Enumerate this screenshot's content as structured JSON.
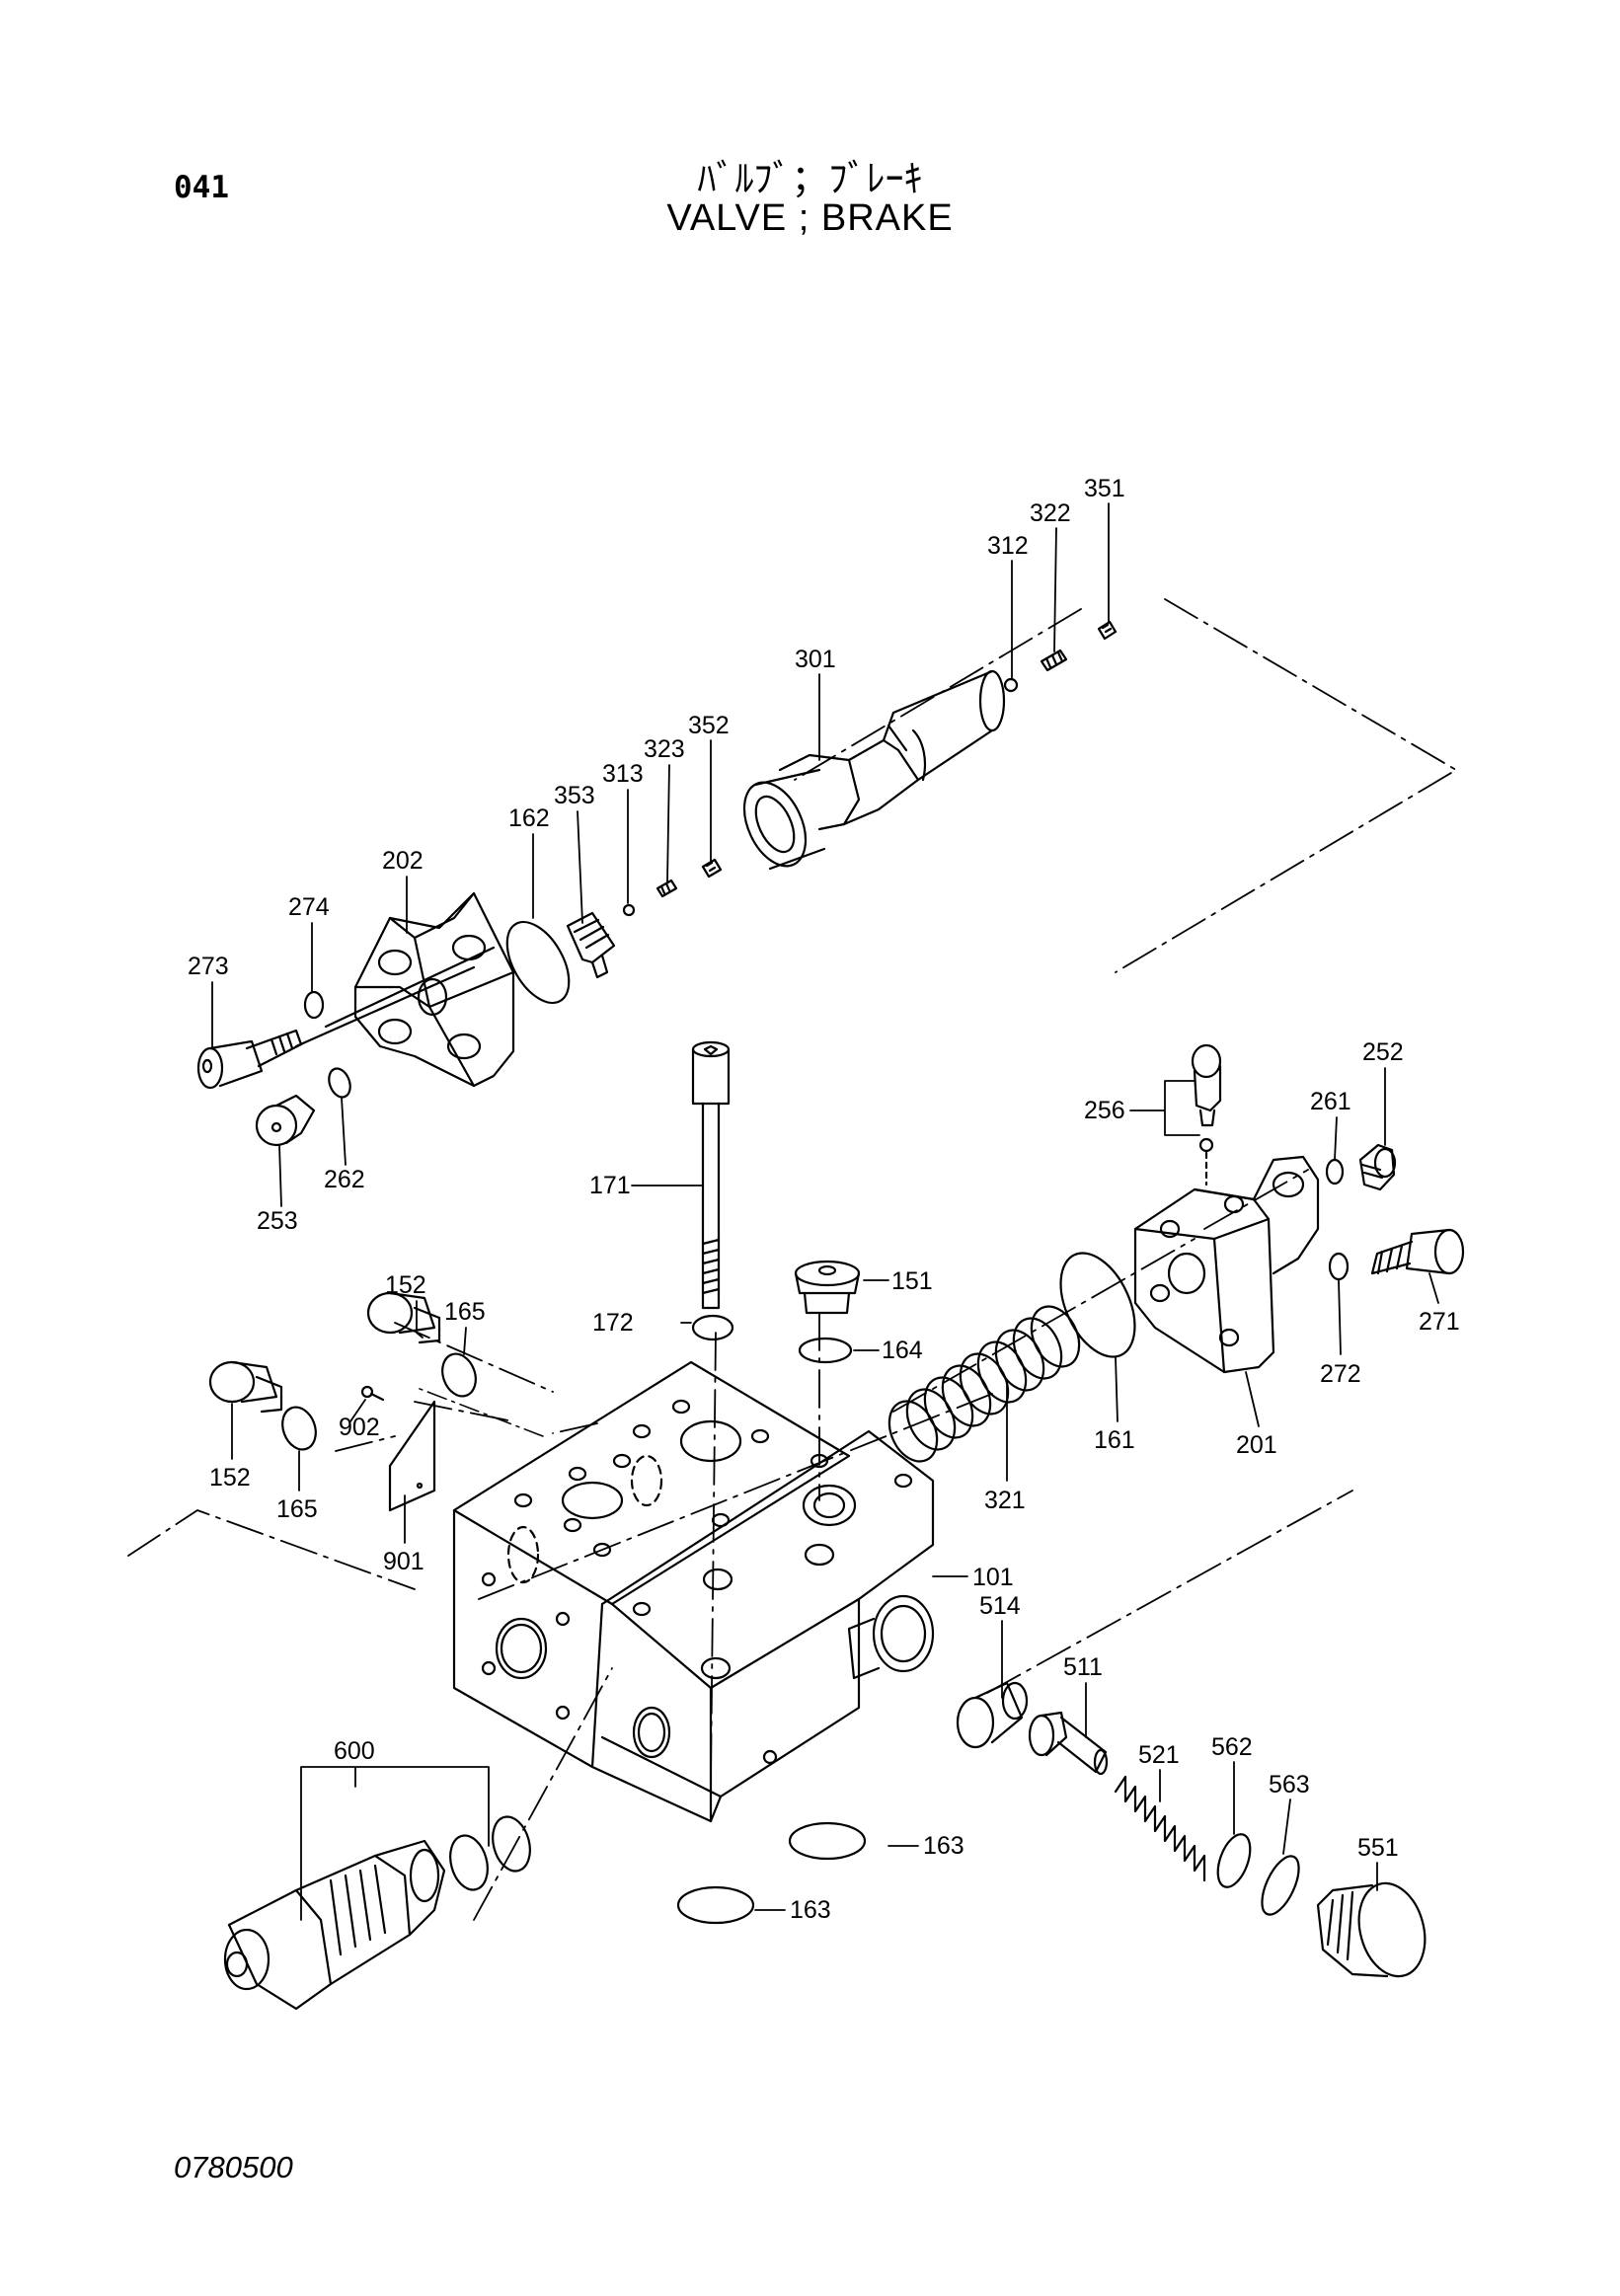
{
  "header": {
    "page_number": "041",
    "title_jp": "ﾊﾞﾙﾌﾞ；ﾌﾞﾚｰｷ",
    "title_en": "VALVE ; BRAKE"
  },
  "footer": {
    "drawing_code": "0780500"
  },
  "callouts": {
    "c351": "351",
    "c322": "322",
    "c312": "312",
    "c301": "301",
    "c352": "352",
    "c323": "323",
    "c313": "313",
    "c353": "353",
    "c162": "162",
    "c202": "202",
    "c274": "274",
    "c273": "273",
    "c262": "262",
    "c253": "253",
    "c171": "171",
    "c256": "256",
    "c261": "261",
    "c252": "252",
    "c151": "151",
    "c152a": "152",
    "c165a": "165",
    "c172": "172",
    "c164": "164",
    "c271": "271",
    "c272": "272",
    "c152b": "152",
    "c902": "902",
    "c165b": "165",
    "c161": "161",
    "c201": "201",
    "c321": "321",
    "c901": "901",
    "c101": "101",
    "c514": "514",
    "c511": "511",
    "c521": "521",
    "c562": "562",
    "c563": "563",
    "c600": "600",
    "c551": "551",
    "c163a": "163",
    "c163b": "163"
  }
}
